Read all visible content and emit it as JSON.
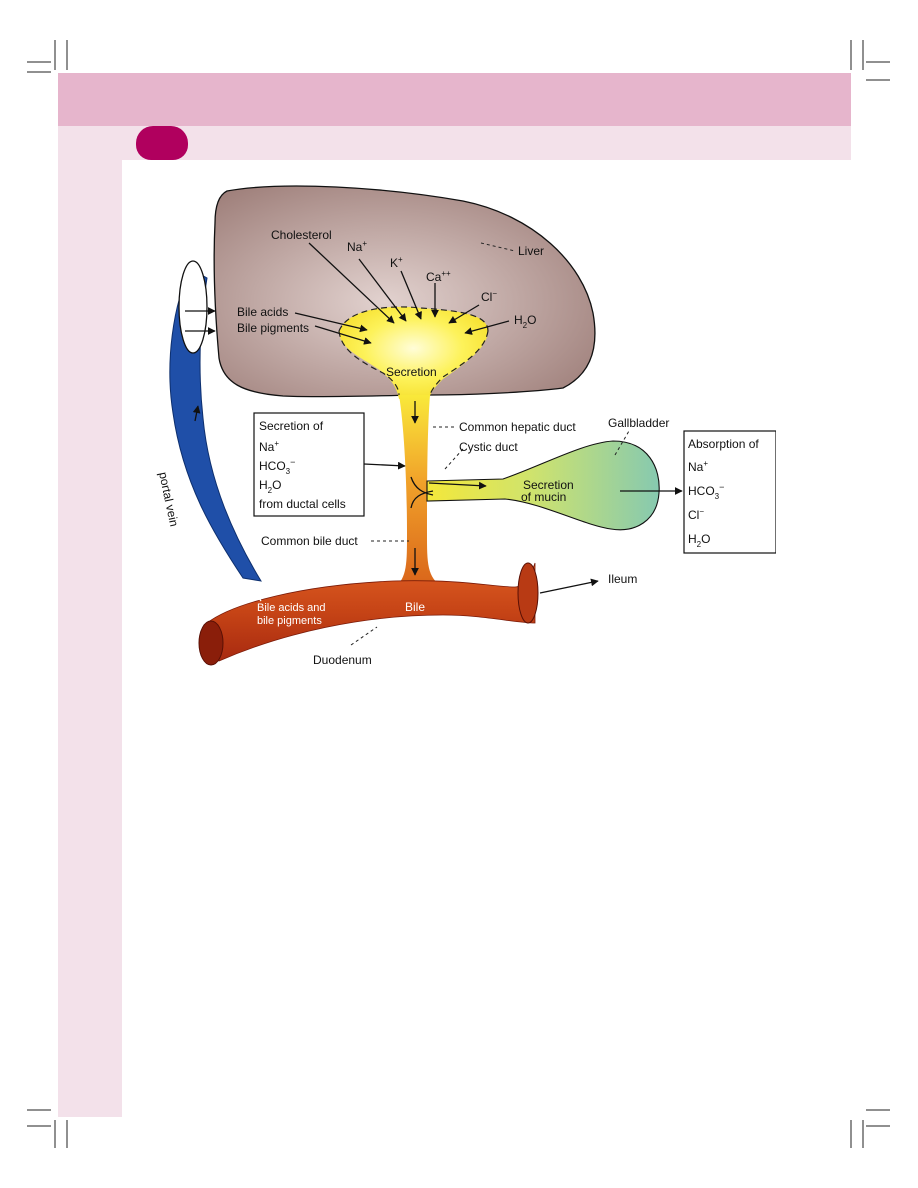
{
  "colors": {
    "header_band": "#e6b5cc",
    "sub_band": "#f3e1ea",
    "sidebar": "#f3e1ea",
    "badge": "#b0005e",
    "liver": "#a48580",
    "portal_vein": "#1848a0",
    "duodenum": "#c8461a",
    "gallbladder_left": "#f2e73c",
    "gallbladder_right": "#8ecfae"
  },
  "diagram": {
    "liver": {
      "label": "Liver",
      "inputs": [
        "Cholesterol",
        "Na",
        "K",
        "Ca",
        "Cl",
        "H",
        "O"
      ],
      "charges": {
        "na": "+",
        "k": "+",
        "ca": "++",
        "cl": "−"
      },
      "h2o_sub": "2",
      "bile_acids": "Bile acids",
      "bile_pigments": "Bile pigments",
      "secretion": "Secretion"
    },
    "common_hepatic_duct": "Common hepatic duct",
    "cystic_duct": "Cystic duct",
    "gallbladder": {
      "label": "Gallbladder",
      "secretion_line1": "Secretion",
      "secretion_line2": "of mucin"
    },
    "ductal_box": {
      "title": "Secretion of",
      "na": "Na",
      "na_sup": "+",
      "hco": "HCO",
      "hco_sub": "3",
      "hco_sup": "−",
      "h": "H",
      "h_sub": "2",
      "o": "O",
      "footer": "from ductal cells"
    },
    "absorption_box": {
      "title": "Absorption of",
      "na": "Na",
      "na_sup": "+",
      "hco": "HCO",
      "hco_sub": "3",
      "hco_sup": "−",
      "cl": "Cl",
      "cl_sup": "−",
      "h": "H",
      "h_sub": "2",
      "o": "O"
    },
    "portal_vein": "portal vein",
    "common_bile_duct": "Common bile duct",
    "bile_acids_pigments_line1": "Bile acids and",
    "bile_acids_pigments_line2": "bile pigments",
    "bile": "Bile",
    "ileum": "Ileum",
    "duodenum": "Duodenum"
  }
}
